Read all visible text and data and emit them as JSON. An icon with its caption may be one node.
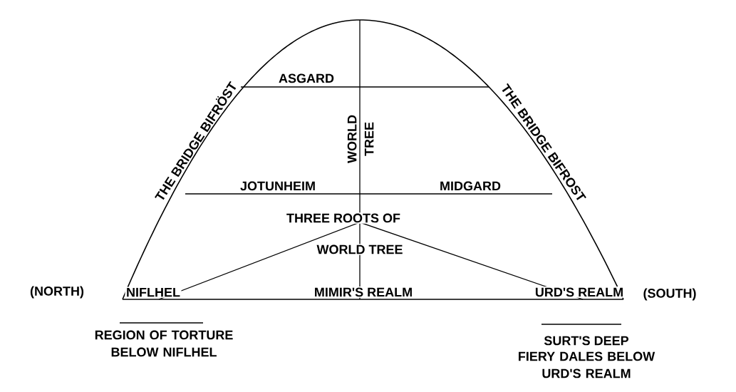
{
  "diagram": {
    "labels": [
      "ASGARD",
      "THE BRIDGE BIFRÖST",
      "WORLD TREE",
      "THE BRIDGE BIFROST",
      "JOTUNHEIM",
      "MIDGARD",
      "THREE ROOTS OF",
      "WORLD TREE",
      "(NORTH)",
      "NIFLHEL",
      "MIMIR'S REALM",
      "URD'S REALM",
      "(SOUTH)",
      "REGION OF TORTURE BELOW NIFLHEL",
      "SURT'S DEEP",
      "FIERY DALES BELOW URD'S REALM"
    ]
  }
}
